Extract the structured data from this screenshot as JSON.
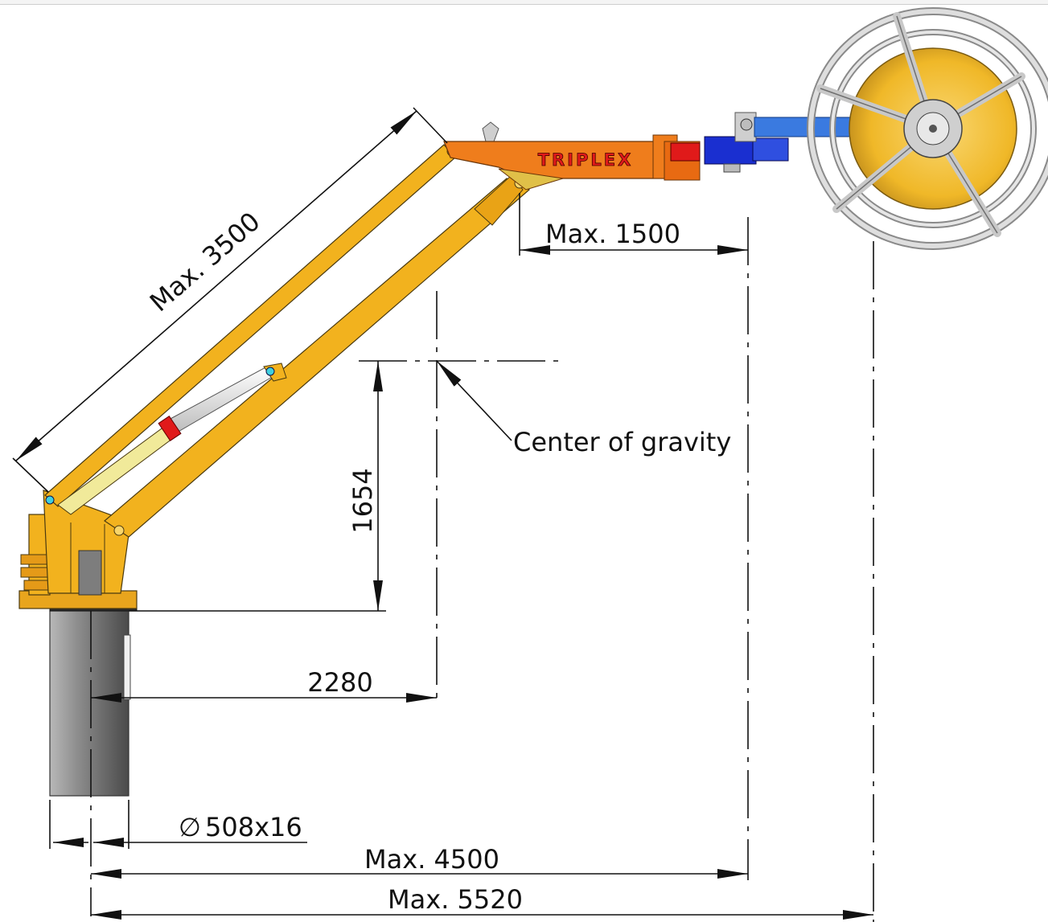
{
  "drawing": {
    "brand_text": "TRIPLEX",
    "colors": {
      "boom_yellow": "#f2b21e",
      "boom_orange": "#ef7d1c",
      "column_grey": "#9e9e9e",
      "reel_gold": "#f4c331",
      "reel_frame": "#d7d7d7",
      "blue_part": "#3a7ae0",
      "dark_blue": "#1a2fd0",
      "red_part": "#e01a1a",
      "cyan_pin": "#3fd0e0",
      "piston_white": "#efefef"
    }
  },
  "dimensions": {
    "boom_length": "Max. 3500",
    "reel_offset": "Max. 1500",
    "cog_height": "1654",
    "cog_horizontal": "2280",
    "column_diameter": "508x16",
    "reach_total": "Max. 4500",
    "reach_reel": "Max. 5520"
  },
  "annotations": {
    "cog_label": "Center of gravity"
  },
  "symbols": {
    "diameter": "∅"
  }
}
